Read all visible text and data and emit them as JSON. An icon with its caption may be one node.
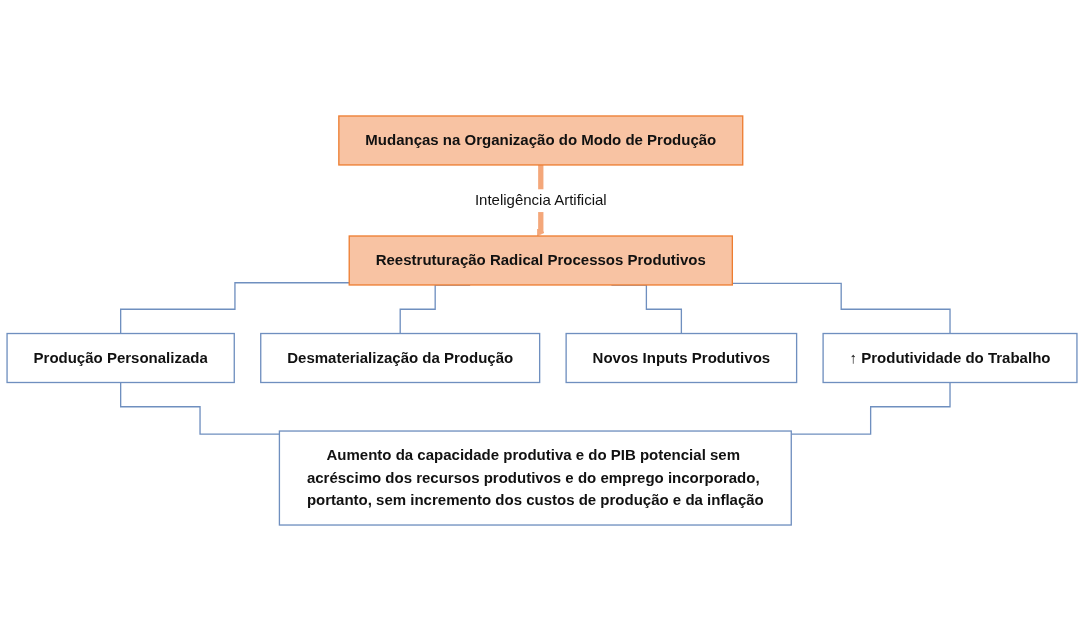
{
  "diagram": {
    "nodes": [
      {
        "text": [
          "Mudanças na Organização do Modo de Produção"
        ]
      },
      {
        "text": [
          "Reestruturação Radical Processos Produtivos"
        ]
      },
      {
        "text": [
          "Produção Personalizada"
        ]
      },
      {
        "text": [
          "Desmaterialização da Produção"
        ]
      },
      {
        "text": [
          "Novos Inputs Produtivos"
        ]
      },
      {
        "text": [
          "↑ Produtividade do Trabalho"
        ]
      },
      {
        "text": [
          "Aumento da capacidade produtiva e do PIB potencial sem acréscimo dos recursos produtivos e do emprego incorporado, portanto, sem incremento dos custos de produção e da inflação"
        ]
      }
    ],
    "edges": [
      {
        "from": 0,
        "to": 1,
        "arrow": "to",
        "label": "Inteligência Artificial",
        "style": "thick",
        "color": "#f4a77a"
      },
      {
        "from": 1,
        "to": 2,
        "arrow": "none"
      },
      {
        "from": 1,
        "to": 3,
        "arrow": "none"
      },
      {
        "from": 1,
        "to": 4,
        "arrow": "none"
      },
      {
        "from": 1,
        "to": 5,
        "arrow": "none"
      },
      {
        "from": 2,
        "to": 6,
        "arrow": "none"
      },
      {
        "from": 5,
        "to": 6,
        "arrow": "none"
      }
    ]
  }
}
